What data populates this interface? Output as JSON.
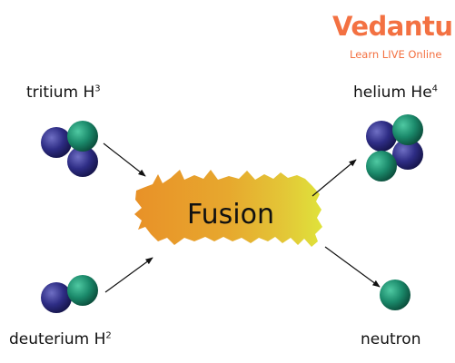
{
  "logo": {
    "brand": "Vedantu",
    "tagline": "Learn LIVE Online"
  },
  "labels": {
    "tritium": {
      "text": "tritium H",
      "sup": "3"
    },
    "helium": {
      "text": "helium He",
      "sup": "4"
    },
    "deuterium": {
      "text": "deuterium H",
      "sup": "2"
    },
    "neutron": "neutron"
  },
  "center": {
    "text": "Fusion"
  },
  "colors": {
    "proton": "#2d2c7e",
    "neutron": "#1e8a6e",
    "fusion_orange": "#e8942a",
    "fusion_yellow": "#dfe23a",
    "brand_orange": "#f37142"
  }
}
